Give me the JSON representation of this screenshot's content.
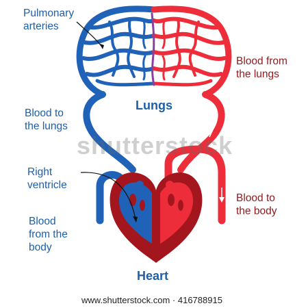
{
  "labels": {
    "pulmonary_arteries": "Pulmonary\narteries",
    "blood_from_lungs": "Blood from\nthe lungs",
    "lungs": "Lungs",
    "blood_to_lungs": "Blood to\nthe lungs",
    "right_ventricle": "Right\nventricle",
    "blood_to_body": "Blood to\nthe body",
    "blood_from_body": "Blood\nfrom the\nbody",
    "heart": "Heart"
  },
  "watermark": "shutterstock",
  "footer": "www.shutterstock.com · 416788915",
  "colors": {
    "deoxygenated": "#1f62b7",
    "oxygenated": "#ee2d3a",
    "heart_wall": "#a3161d",
    "label_blue": "#1d5fa8",
    "label_red": "#8f1a1d"
  }
}
